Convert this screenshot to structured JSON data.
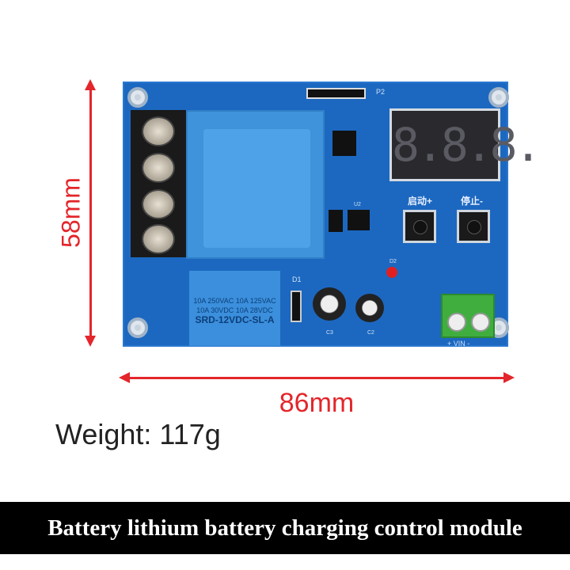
{
  "dimensions": {
    "height": "58mm",
    "width": "86mm"
  },
  "weight": "Weight: 117g",
  "caption": "Battery lithium battery charging control module",
  "colors": {
    "dimension_red": "#e3262b",
    "pcb_blue": "#1c68c0",
    "footer_bg": "#000000"
  },
  "board": {
    "start_button_label": "启动+",
    "stop_button_label": "停止-",
    "input_label": "+ VIN -",
    "header_label": "P2",
    "relay_rating_1": "10A 250VAC  10A 125VAC",
    "relay_rating_2": "10A 30VDC  10A 28VDC",
    "relay_model": "SRD-12VDC-SL-A",
    "display_value": "8.8.8.",
    "diode_label": "D1",
    "led_label": "D2",
    "regulator_label": "U2",
    "cap3_label": "C3",
    "cap2_label": "C2"
  }
}
